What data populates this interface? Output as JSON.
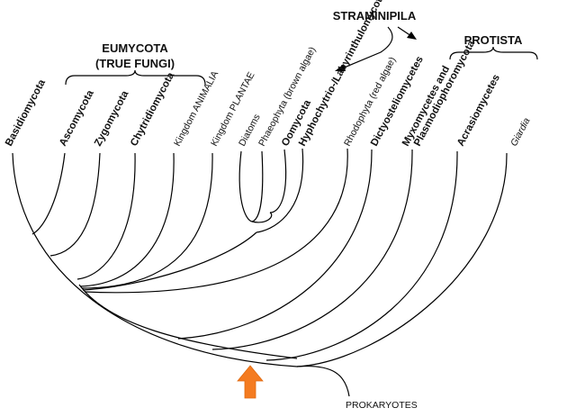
{
  "groups": {
    "eumycota_line1": "EUMYCOTA",
    "eumycota_line2": "(TRUE FUNGI)",
    "straminipila": "STRAMINIPILA",
    "protista": "PROTISTA"
  },
  "taxa": [
    {
      "id": "basidiomycota",
      "label": "Basidiomycota",
      "style": "bold"
    },
    {
      "id": "ascomycota",
      "label": "Ascomycota",
      "style": "bold"
    },
    {
      "id": "zygomycota",
      "label": "Zygomycota",
      "style": "bold"
    },
    {
      "id": "chytridiomycota",
      "label": "Chytridiomycota",
      "style": "bold"
    },
    {
      "id": "animalia",
      "label": "Kingdom ANIMALIA",
      "style": "normal"
    },
    {
      "id": "plantae",
      "label": "Kingdom PLANTAE",
      "style": "normal"
    },
    {
      "id": "diatoms",
      "label": "Diatoms",
      "style": "normal"
    },
    {
      "id": "phaeophyta",
      "label": "Phaeophyta (brown algae)",
      "style": "normal"
    },
    {
      "id": "oomycota",
      "label": "Oomycota",
      "style": "bold"
    },
    {
      "id": "hyphochytrio",
      "label": "Hyphochytrio-/Labyrinthulomycota",
      "style": "bold"
    },
    {
      "id": "rhodophyta",
      "label": "Rhodophyta (red algae)",
      "style": "normal"
    },
    {
      "id": "dictyostelio",
      "label": "Dictyosteliomycetes",
      "style": "bold"
    },
    {
      "id": "myxomycetes_line1",
      "label": "Myxomycetes and",
      "style": "bold"
    },
    {
      "id": "myxomycetes_line2",
      "label": "Plasmodiophoromycota",
      "style": "bold"
    },
    {
      "id": "acrasiomycetes",
      "label": "Acrasiomycetes",
      "style": "bold"
    },
    {
      "id": "giardia",
      "label": "Giardia",
      "style": "italic"
    }
  ],
  "root_label": "PROKARYOTES",
  "colors": {
    "arrow": "#f47b20",
    "lines": "#000000"
  }
}
